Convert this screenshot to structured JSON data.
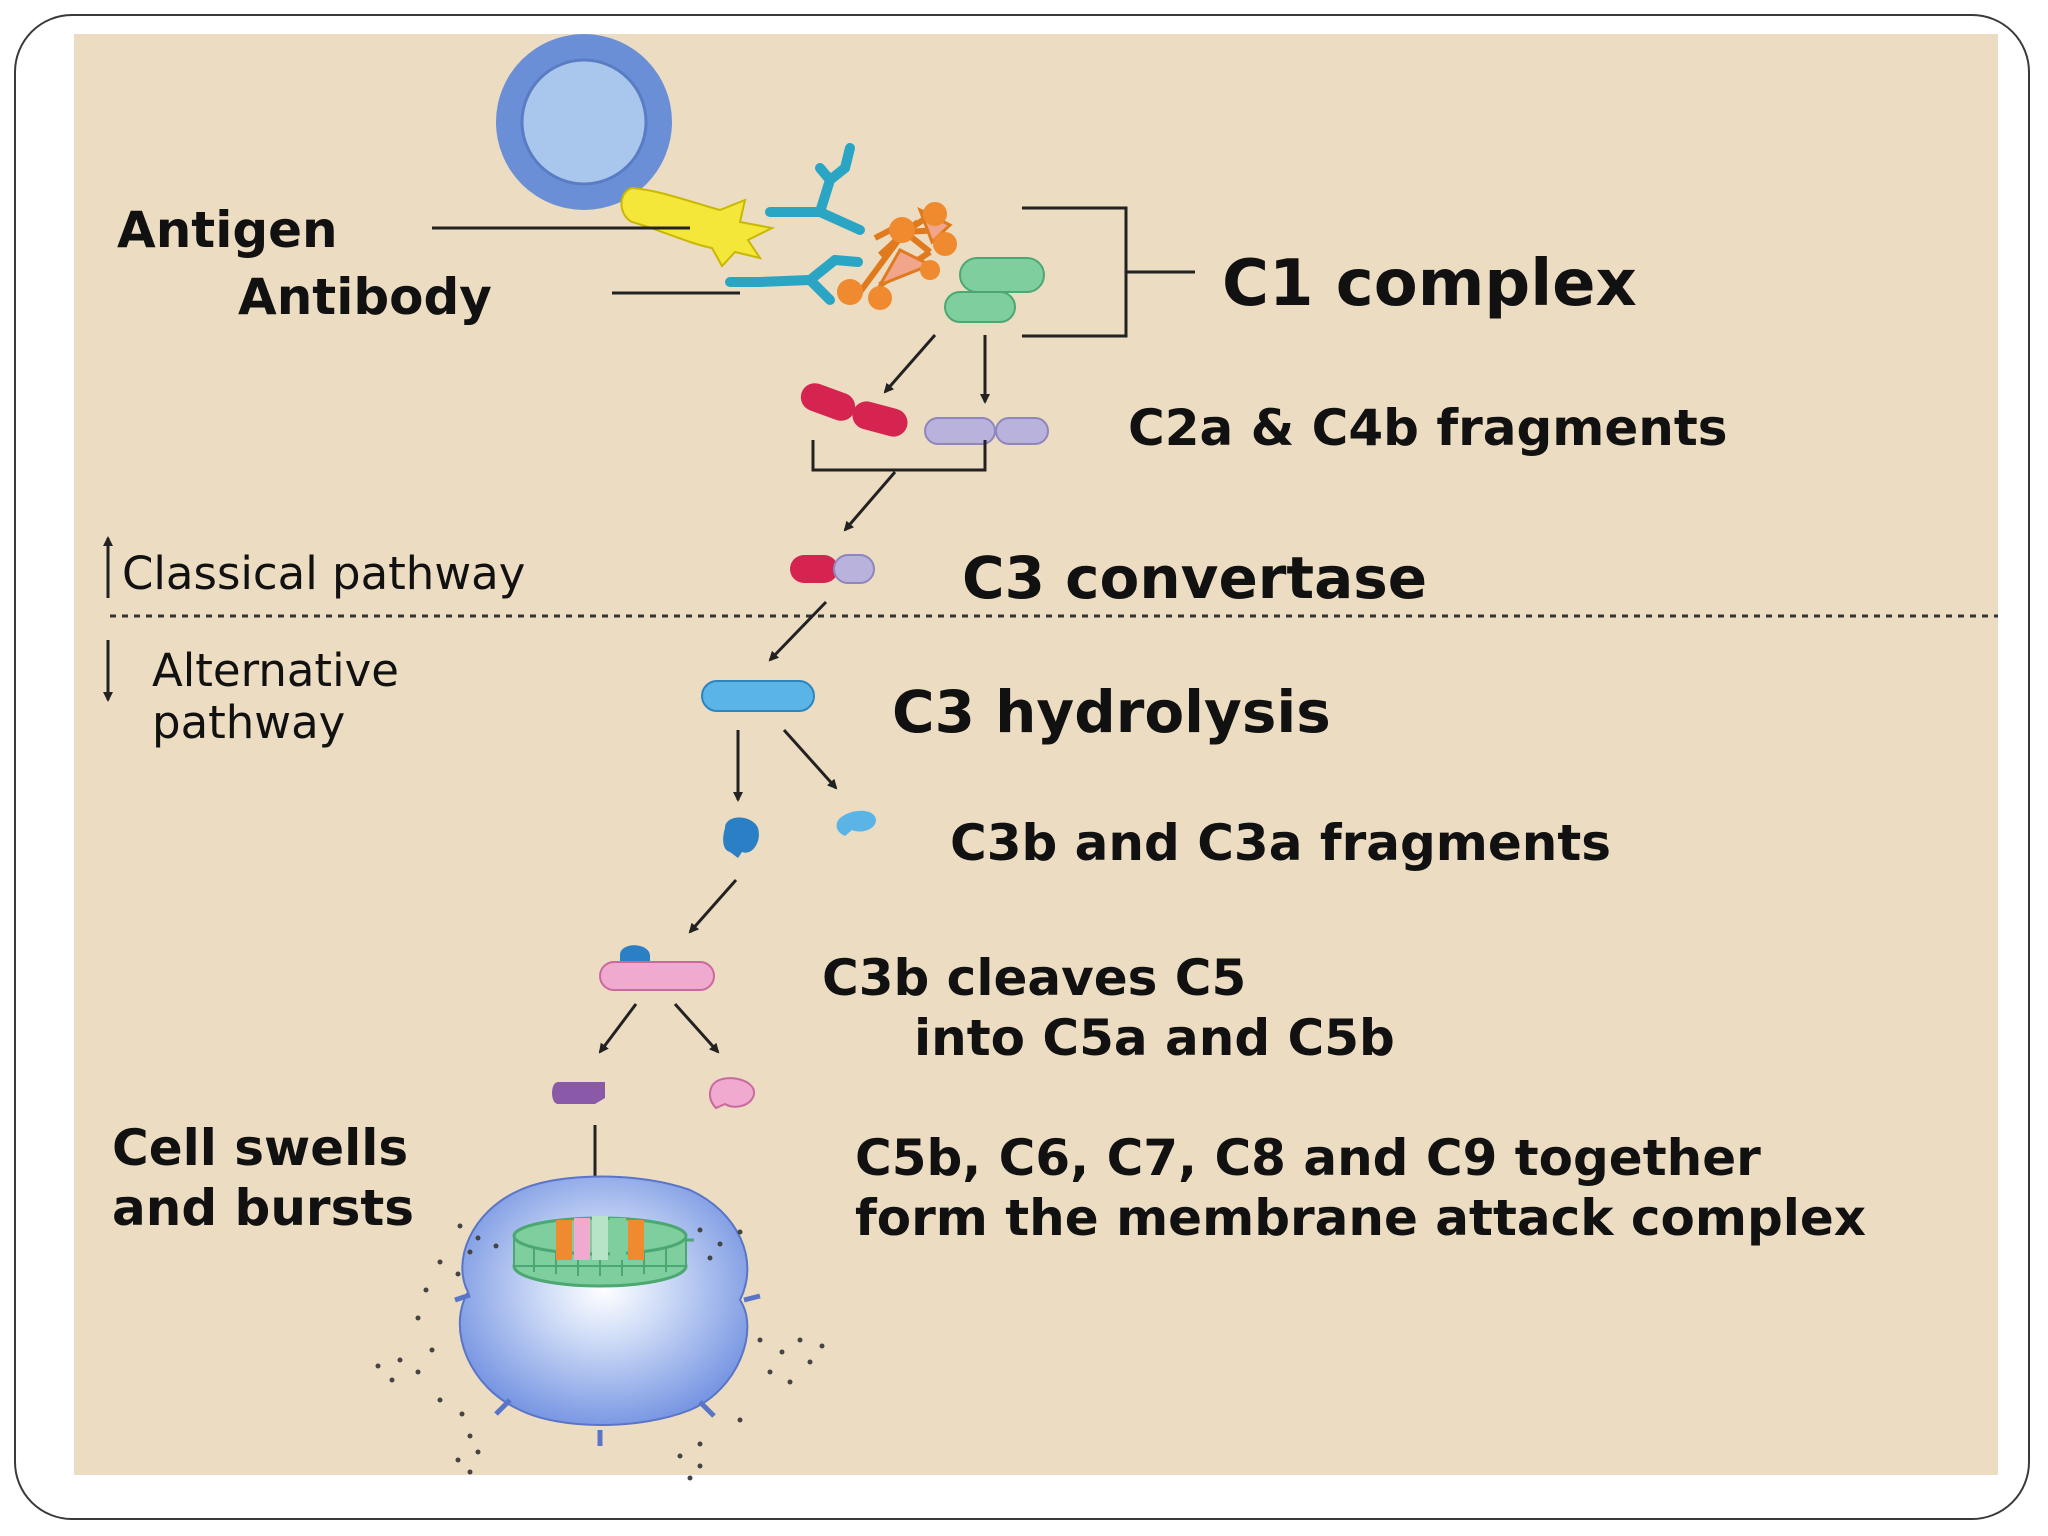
{
  "labels": {
    "antigen": "Antigen",
    "antibody": "Antibody",
    "c1_complex": "C1 complex",
    "c2a_c4b": "C2a & C4b fragments",
    "classical_pathway": "Classical pathway",
    "c3_convertase": "C3 convertase",
    "alternative_pathway": "Alternative pathway",
    "c3_hydrolysis": "C3 hydrolysis",
    "c3b_c3a": "C3b and C3a fragments",
    "c3b_cleaves_line1": "C3b cleaves C5",
    "c3b_cleaves_line2": "into C5a and C5b",
    "cell_swells": "Cell swells and bursts",
    "mac": "C5b, C6, C7, C8 and  C9 together form the membrane attack complex"
  },
  "colors": {
    "background": "#ecdcc2",
    "cell_outer": "#6b8fd6",
    "cell_inner": "#a9c6ec",
    "antigen": "#f5e63a",
    "antibody": "#2aa5c4",
    "c1q": "#ef8a2e",
    "c1_green": "#7fcf9e",
    "c2a": "#d62450",
    "c4b": "#b9b2dc",
    "c3": "#5ab4e6",
    "c3b": "#2b7fc4",
    "c5": "#f0a9cf",
    "c5a_purple": "#8a5aa8",
    "lysed_cell": "#8aa4e8"
  }
}
